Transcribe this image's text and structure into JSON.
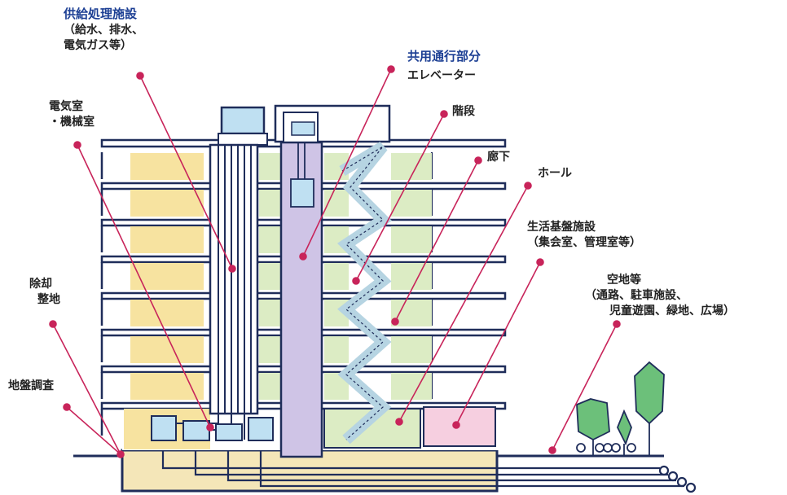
{
  "labels": {
    "supply": {
      "title": "供給処理施設",
      "line1": "（給水、排水、",
      "line2": "電気ガス等）"
    },
    "common": {
      "title": "共用通行部分",
      "line1": "エレベーター"
    },
    "electric": {
      "line1": "電気室",
      "line2": "・機械室"
    },
    "stairs": "階段",
    "corridor": "廊下",
    "hall": "ホール",
    "living": {
      "line1": "生活基盤施設",
      "line2": "（集会室、管理室等）"
    },
    "open": {
      "line1": "空地等",
      "line2": "（通路、駐車施設、",
      "line3": "児童遊園、緑地、広場）"
    },
    "removal": {
      "line1": "除却",
      "line2": "整地"
    },
    "survey": "地盤調査"
  },
  "colors": {
    "outline": "#1f2d5a",
    "dwelling": "#f7e3a0",
    "common_area": "#dcecc4",
    "shaft": "#cfc4e6",
    "equipment": "#bfe0f2",
    "meeting_room": "#f6cfe0",
    "leader": "#c8245a",
    "tree": "#6cc07a",
    "title_blue": "#1c3f94"
  }
}
